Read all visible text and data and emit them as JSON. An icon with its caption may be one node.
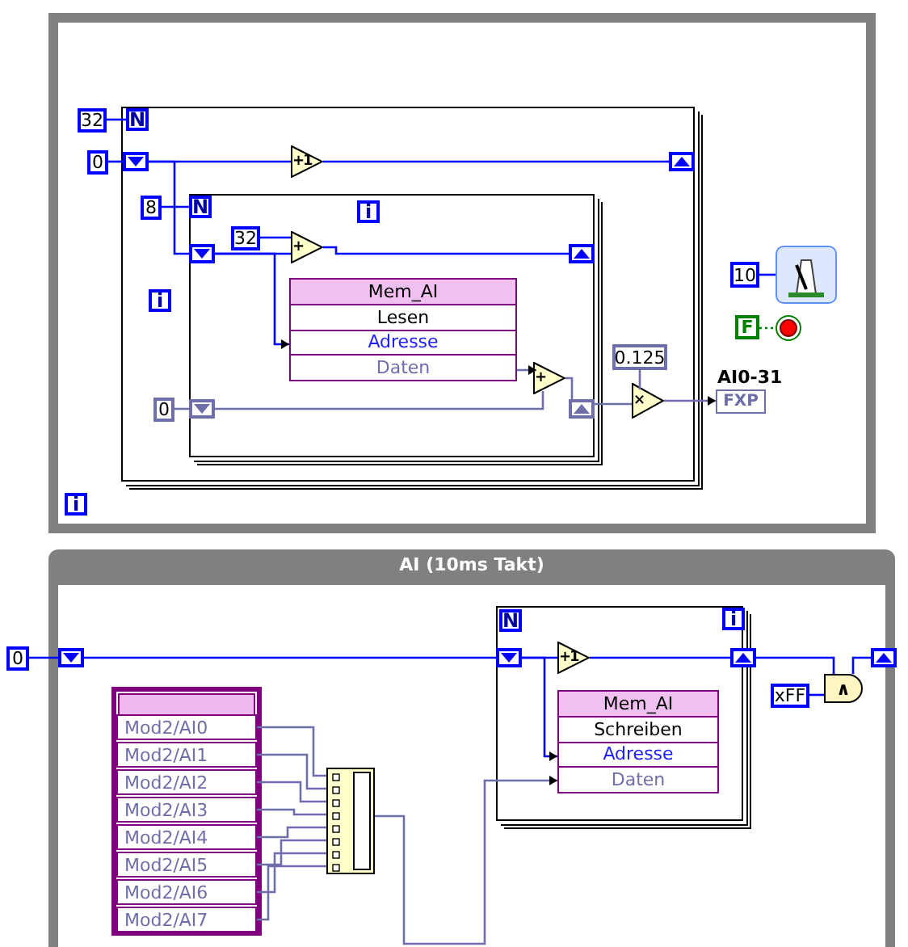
{
  "diagram": {
    "nodes": [
      {
        "text": [],
        "shape": "box"
      },
      {
        "text": [],
        "shape": "box",
        "in": 0
      },
      {
        "text": [
          "32"
        ],
        "in": 0
      },
      {
        "text": [
          "N"
        ],
        "in": 1
      },
      {
        "text": [
          "0"
        ],
        "in": 0
      },
      {
        "text": [],
        "shape": "box",
        "in": 1
      },
      {
        "text": [
          "+1"
        ],
        "in": 1
      },
      {
        "text": [],
        "shape": "box",
        "in": 1
      },
      {
        "text": [],
        "shape": "box",
        "in": 1
      },
      {
        "text": [
          "8"
        ],
        "in": 1
      },
      {
        "text": [
          "N"
        ],
        "in": 8
      },
      {
        "text": [
          "i"
        ],
        "in": 8
      },
      {
        "text": [
          "i"
        ],
        "in": 1
      },
      {
        "text": [],
        "shape": "box",
        "in": 8
      },
      {
        "text": [
          "32"
        ],
        "in": 8
      },
      {
        "text": [
          "+"
        ],
        "in": 8
      },
      {
        "text": [],
        "shape": "box",
        "in": 8
      },
      {
        "text": [
          "Mem_AI",
          "Lesen",
          "Adresse",
          "Daten"
        ],
        "in": 8
      },
      {
        "text": [
          "0"
        ],
        "in": 1
      },
      {
        "text": [],
        "shape": "box",
        "in": 8
      },
      {
        "text": [
          "+"
        ],
        "in": 8
      },
      {
        "text": [],
        "shape": "box",
        "in": 8
      },
      {
        "text": [
          "0.125"
        ],
        "in": 1
      },
      {
        "text": [
          "×"
        ],
        "in": 1
      },
      {
        "text": [
          "FXP"
        ],
        "beside": [
          "AI0-31"
        ],
        "in": 0
      },
      {
        "text": [
          "10"
        ],
        "in": 0
      },
      {
        "text": [],
        "shape": "box",
        "in": 0
      },
      {
        "text": [
          "F"
        ],
        "in": 0
      },
      {
        "text": [],
        "shape": "circle",
        "in": 0
      },
      {
        "text": [
          "i"
        ],
        "in": 0
      },
      {
        "text": [
          "AI (10ms Takt)"
        ]
      },
      {
        "text": [
          "0"
        ]
      },
      {
        "text": [],
        "shape": "box",
        "in": 30
      },
      {
        "text": [],
        "shape": "box",
        "in": 30
      },
      {
        "text": [
          "N"
        ],
        "in": 33
      },
      {
        "text": [
          "i"
        ],
        "in": 33
      },
      {
        "text": [],
        "shape": "box",
        "in": 33
      },
      {
        "text": [
          "+1"
        ],
        "in": 33
      },
      {
        "text": [],
        "shape": "box",
        "in": 33
      },
      {
        "text": [
          "Mem_AI",
          "Schreiben",
          "Adresse",
          "Daten"
        ],
        "in": 33
      },
      {
        "text": [
          "xFF"
        ],
        "in": 30
      },
      {
        "text": [
          "∧"
        ],
        "in": 30
      },
      {
        "text": [],
        "shape": "box",
        "in": 30
      },
      {
        "text": [],
        "shape": "box",
        "in": 30
      },
      {
        "text": [
          "Mod2/AI0"
        ],
        "in": 43
      },
      {
        "text": [
          "Mod2/AI1"
        ],
        "in": 43
      },
      {
        "text": [
          "Mod2/AI2"
        ],
        "in": 43
      },
      {
        "text": [
          "Mod2/AI3"
        ],
        "in": 43
      },
      {
        "text": [
          "Mod2/AI4"
        ],
        "in": 43
      },
      {
        "text": [
          "Mod2/AI5"
        ],
        "in": 43
      },
      {
        "text": [
          "Mod2/AI6"
        ],
        "in": 43
      },
      {
        "text": [
          "Mod2/AI7"
        ],
        "in": 43
      },
      {
        "text": [],
        "shape": "box",
        "in": 30
      }
    ],
    "edges": [
      {
        "from": 2,
        "to": 3,
        "arrow": "none"
      },
      {
        "from": 4,
        "to": 5,
        "arrow": "none"
      },
      {
        "from": 5,
        "to": 6,
        "arrow": "none"
      },
      {
        "from": 6,
        "to": 7,
        "arrow": "none"
      },
      {
        "from": 5,
        "to": 13,
        "arrow": "none"
      },
      {
        "from": 9,
        "to": 10,
        "arrow": "none"
      },
      {
        "from": 13,
        "to": 15,
        "arrow": "none"
      },
      {
        "from": 14,
        "to": 15,
        "arrow": "none"
      },
      {
        "from": 15,
        "to": 16,
        "arrow": "none"
      },
      {
        "from": 13,
        "to": 17,
        "arrow": "to"
      },
      {
        "from": 18,
        "to": 19,
        "arrow": "none",
        "color": "#6e6ea8"
      },
      {
        "from": 19,
        "to": 20,
        "arrow": "none",
        "color": "#6e6ea8"
      },
      {
        "from": 17,
        "to": 20,
        "arrow": "to",
        "color": "#6e6ea8"
      },
      {
        "from": 20,
        "to": 21,
        "arrow": "none",
        "color": "#6e6ea8"
      },
      {
        "from": 21,
        "to": 23,
        "arrow": "none",
        "color": "#6e6ea8"
      },
      {
        "from": 22,
        "to": 23,
        "arrow": "none",
        "color": "#6e6ea8"
      },
      {
        "from": 23,
        "to": 24,
        "arrow": "to",
        "color": "#6e6ea8"
      },
      {
        "from": 25,
        "to": 26,
        "arrow": "none"
      },
      {
        "from": 27,
        "to": 28,
        "arrow": "none",
        "style": "dashed",
        "color": "#008000"
      },
      {
        "from": 31,
        "to": 32,
        "arrow": "none"
      },
      {
        "from": 32,
        "to": 36,
        "arrow": "none"
      },
      {
        "from": 36,
        "to": 37,
        "arrow": "none"
      },
      {
        "from": 37,
        "to": 38,
        "arrow": "none"
      },
      {
        "from": 36,
        "to": 39,
        "arrow": "to"
      },
      {
        "from": 38,
        "to": 41,
        "arrow": "none"
      },
      {
        "from": 40,
        "to": 41,
        "arrow": "none"
      },
      {
        "from": 41,
        "to": 42,
        "arrow": "none"
      },
      {
        "from": 44,
        "to": 52,
        "arrow": "none",
        "color": "#6e6ea8"
      },
      {
        "from": 45,
        "to": 52,
        "arrow": "none",
        "color": "#6e6ea8"
      },
      {
        "from": 46,
        "to": 52,
        "arrow": "none",
        "color": "#6e6ea8"
      },
      {
        "from": 47,
        "to": 52,
        "arrow": "none",
        "color": "#6e6ea8"
      },
      {
        "from": 48,
        "to": 52,
        "arrow": "none",
        "color": "#6e6ea8"
      },
      {
        "from": 49,
        "to": 52,
        "arrow": "none",
        "color": "#6e6ea8"
      },
      {
        "from": 50,
        "to": 52,
        "arrow": "none",
        "color": "#6e6ea8"
      },
      {
        "from": 51,
        "to": 52,
        "arrow": "none",
        "color": "#6e6ea8"
      },
      {
        "from": 52,
        "to": 39,
        "arrow": "to",
        "color": "#6e6ea8"
      }
    ]
  }
}
